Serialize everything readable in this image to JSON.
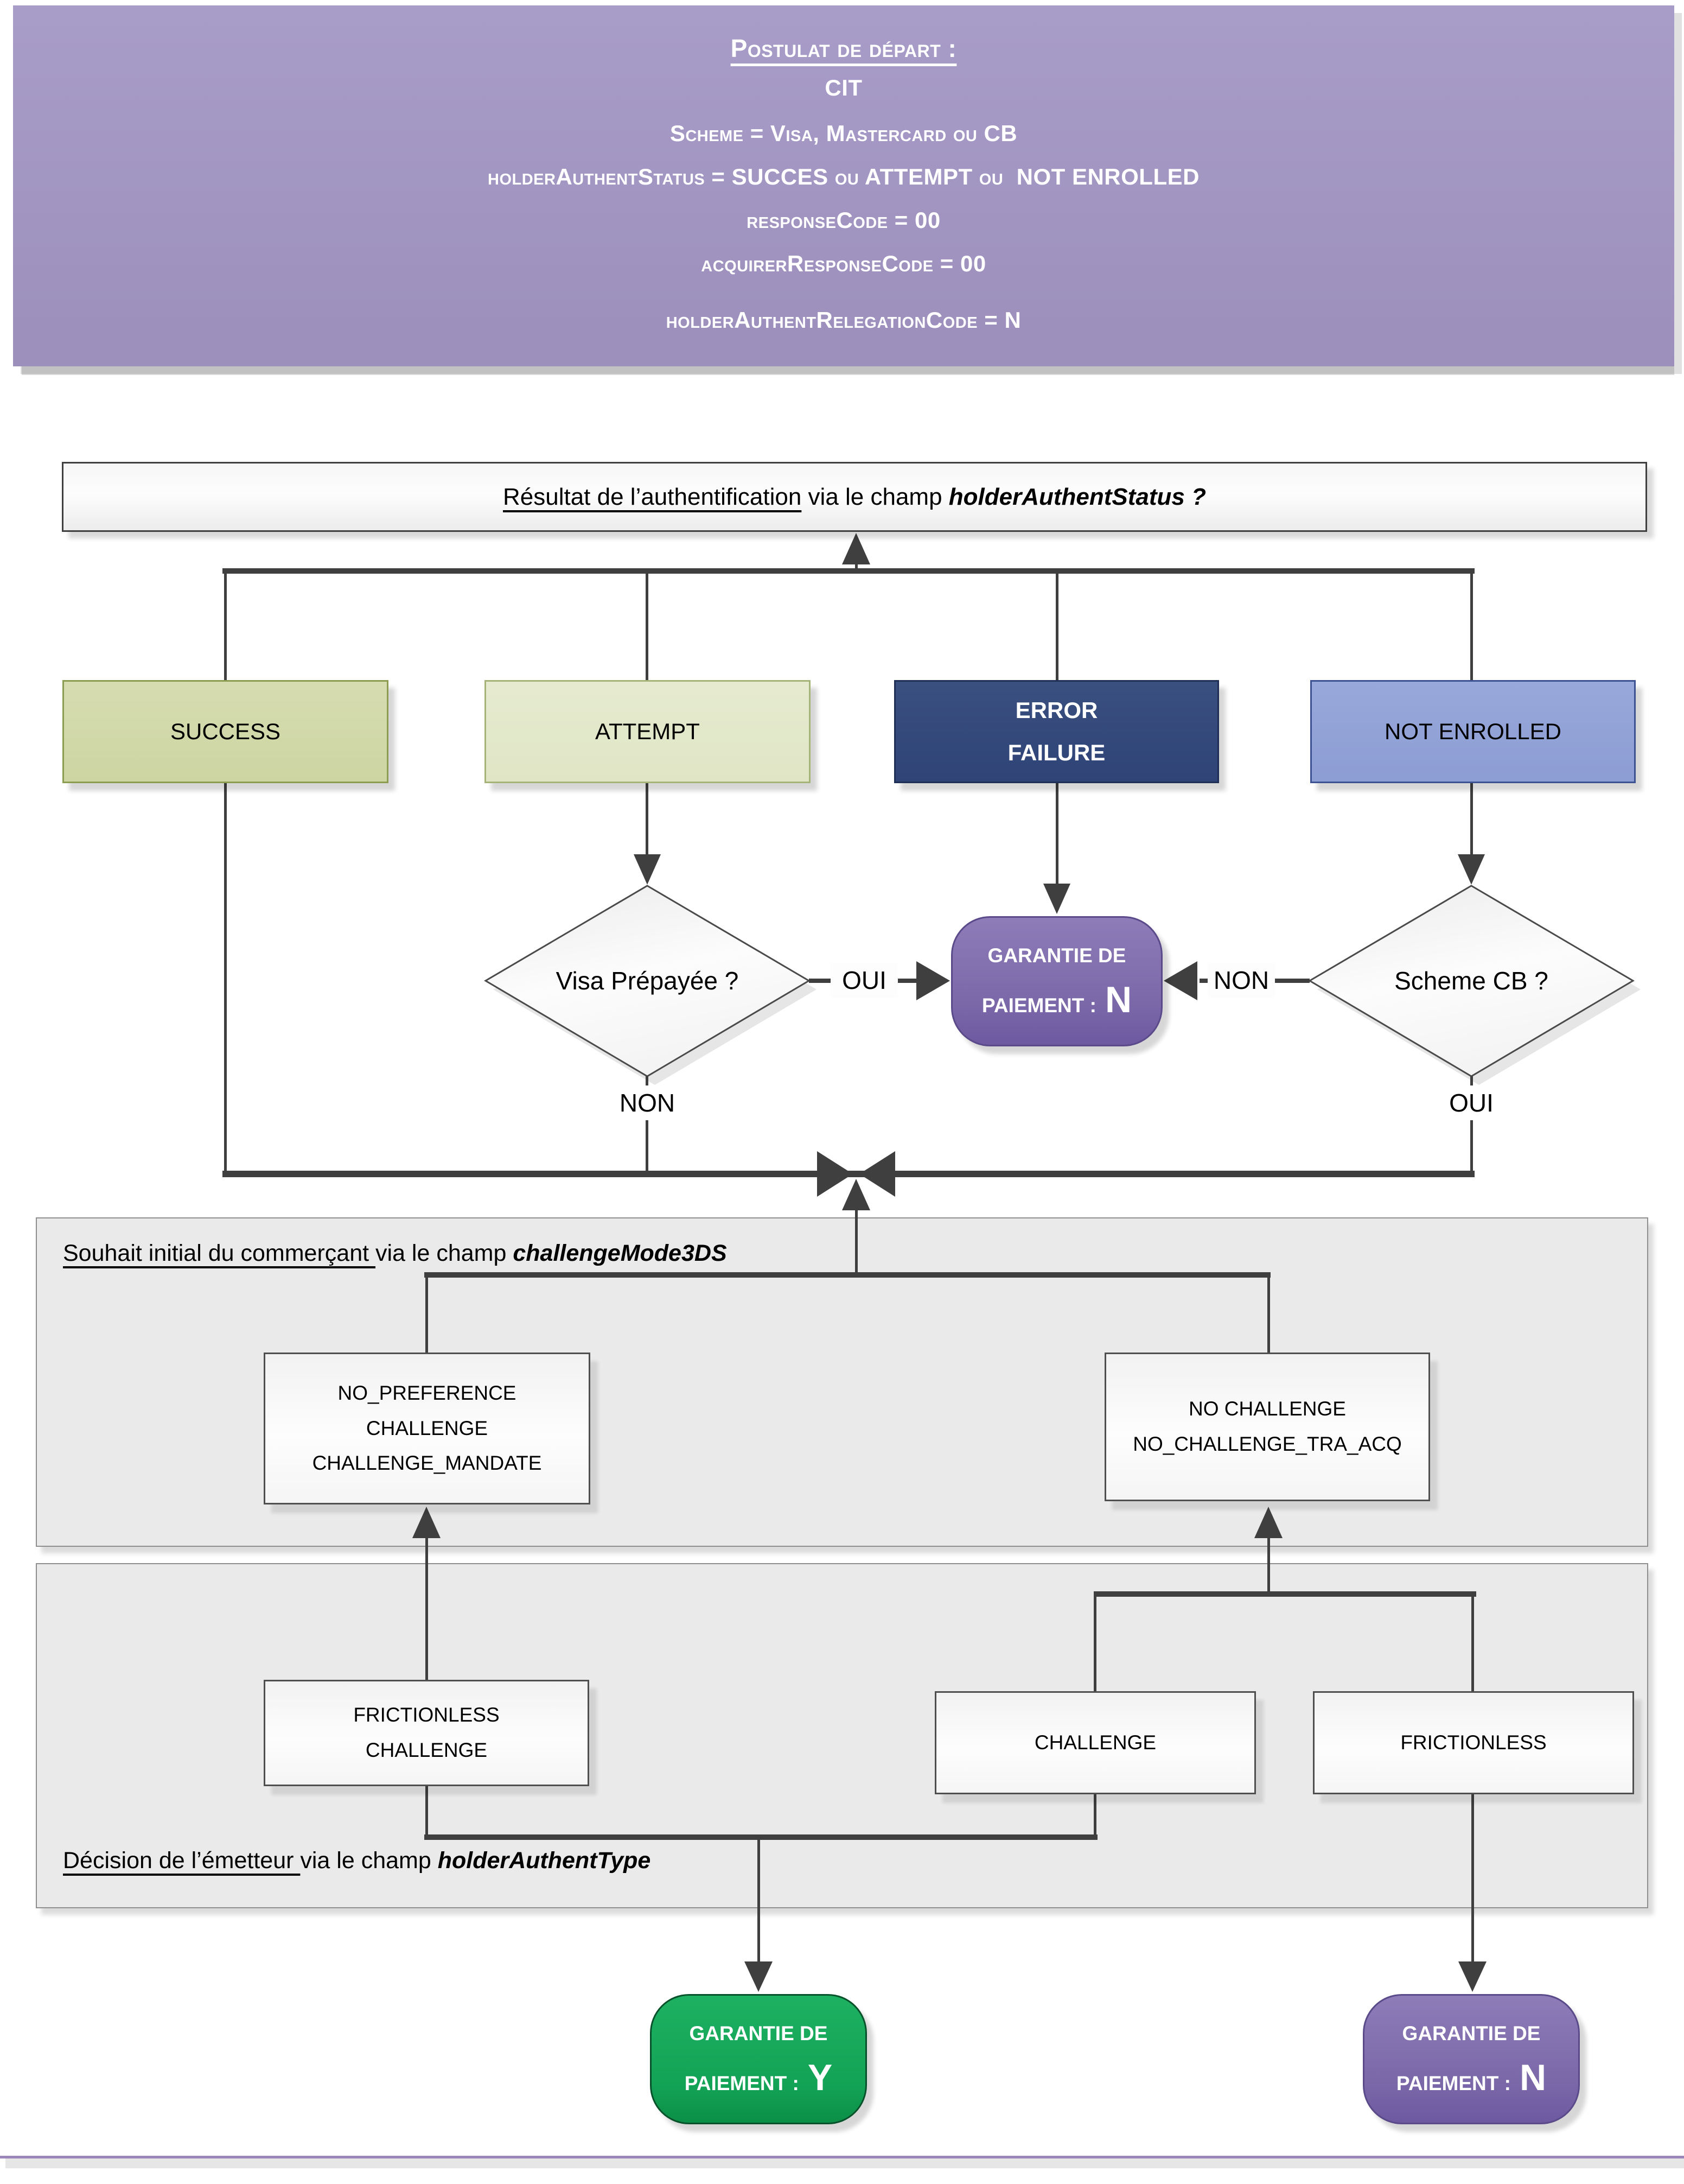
{
  "header": {
    "title": "Postulat de départ :",
    "lines": [
      "CIT",
      "Scheme = Visa, Mastercard ou CB",
      "holderAuthentStatus = SUCCES ou ATTEMPT ou  NOT ENROLLED",
      "responseCode = 00",
      "acquirerResponseCode = 00",
      "holderAuthentRelegationCode = N"
    ]
  },
  "question_box": {
    "underlined": "Résultat de l’authentification",
    "mid": " via le champ ",
    "field": "holderAuthentStatus ?"
  },
  "status_row": {
    "success": "SUCCESS",
    "attempt": "ATTEMPT",
    "error": "ERROR\nFAILURE",
    "not_enrolled": "NOT ENROLLED"
  },
  "decisions": {
    "visa_prepaid": "Visa Prépayée ?",
    "scheme_cb": "Scheme CB ?"
  },
  "edge_labels": {
    "visa_to_garantie": "OUI",
    "visa_down": "NON",
    "cb_to_garantie": "NON",
    "cb_down": "OUI"
  },
  "garantie_mid": {
    "line1": "GARANTIE DE",
    "line2": "PAIEMENT :",
    "value": "N"
  },
  "merchant_section": {
    "underlined": "Souhait initial du commerçant ",
    "mid": "via le champ ",
    "field": "challengeMode3DS",
    "left_box": "NO_PREFERENCE\nCHALLENGE\nCHALLENGE_MANDATE",
    "right_box": "NO CHALLENGE\nNO_CHALLENGE_TRA_ACQ"
  },
  "issuer_section": {
    "underlined": "Décision de l’émetteur ",
    "mid": "via le champ ",
    "field": "holderAuthentType",
    "left_box": "FRICTIONLESS\nCHALLENGE",
    "mid_box": "CHALLENGE",
    "right_box": "FRICTIONLESS"
  },
  "outcomes": {
    "yes": {
      "line1": "GARANTIE DE",
      "line2": "PAIEMENT :",
      "value": "Y"
    },
    "no": {
      "line1": "GARANTIE DE",
      "line2": "PAIEMENT :",
      "value": "N"
    }
  },
  "colors": {
    "header-bg": "#9c8fbc",
    "header-bg-top": "#a89cc8",
    "success-fill": "#cdd5a3",
    "success-border": "#8c9c50",
    "attempt-fill": "#dfe5c5",
    "attempt-border": "#a5b478",
    "error-fill": "#2f4377",
    "error-border": "#1f2f55",
    "notenrolled-fill": "#8c9dd4",
    "notenrolled-border": "#3d5290",
    "garantie-purple": "#7a67a8",
    "garantie-purple-border": "#5b4a8a",
    "garantie-green": "#13a356",
    "section-bg": "#eaeaea",
    "section-border": "#8f8f8f",
    "line-color": "#3f3f3f",
    "footer-purple": "#9b85bb",
    "box-white-border": "#4f4f4f"
  }
}
